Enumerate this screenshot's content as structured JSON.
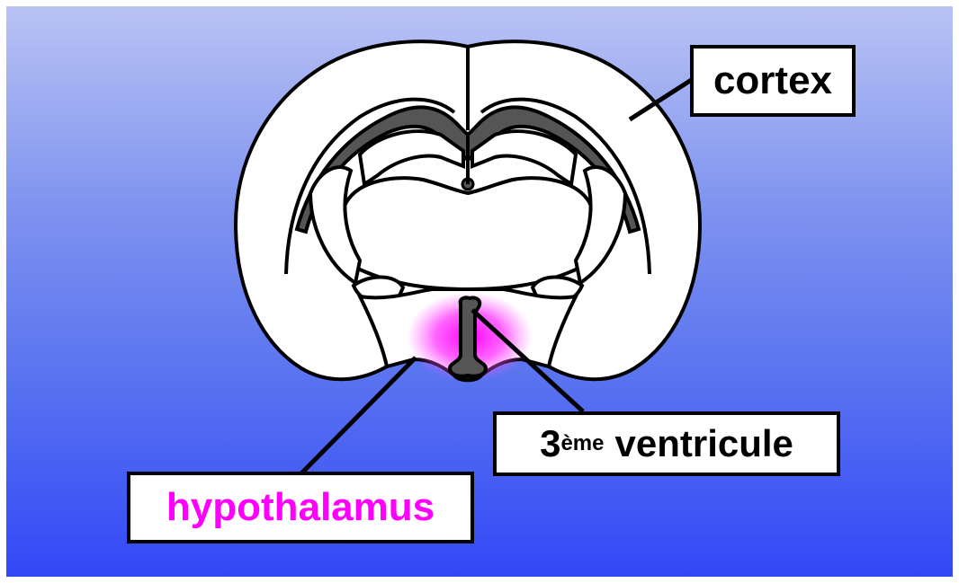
{
  "diagram": {
    "colors": {
      "background_top": "#b9c3f4",
      "background_bottom": "#3248f7",
      "tissue": "#ffffff",
      "ventricle": "#5a5a5a",
      "hypothalamus_highlight": "#ff00ff",
      "outline": "#000000"
    },
    "labels": {
      "cortex": "cortex",
      "ventricle_number": "3",
      "ventricle_superscript": "ème",
      "ventricle_word": "ventricule",
      "hypothalamus": "hypothalamus"
    }
  }
}
